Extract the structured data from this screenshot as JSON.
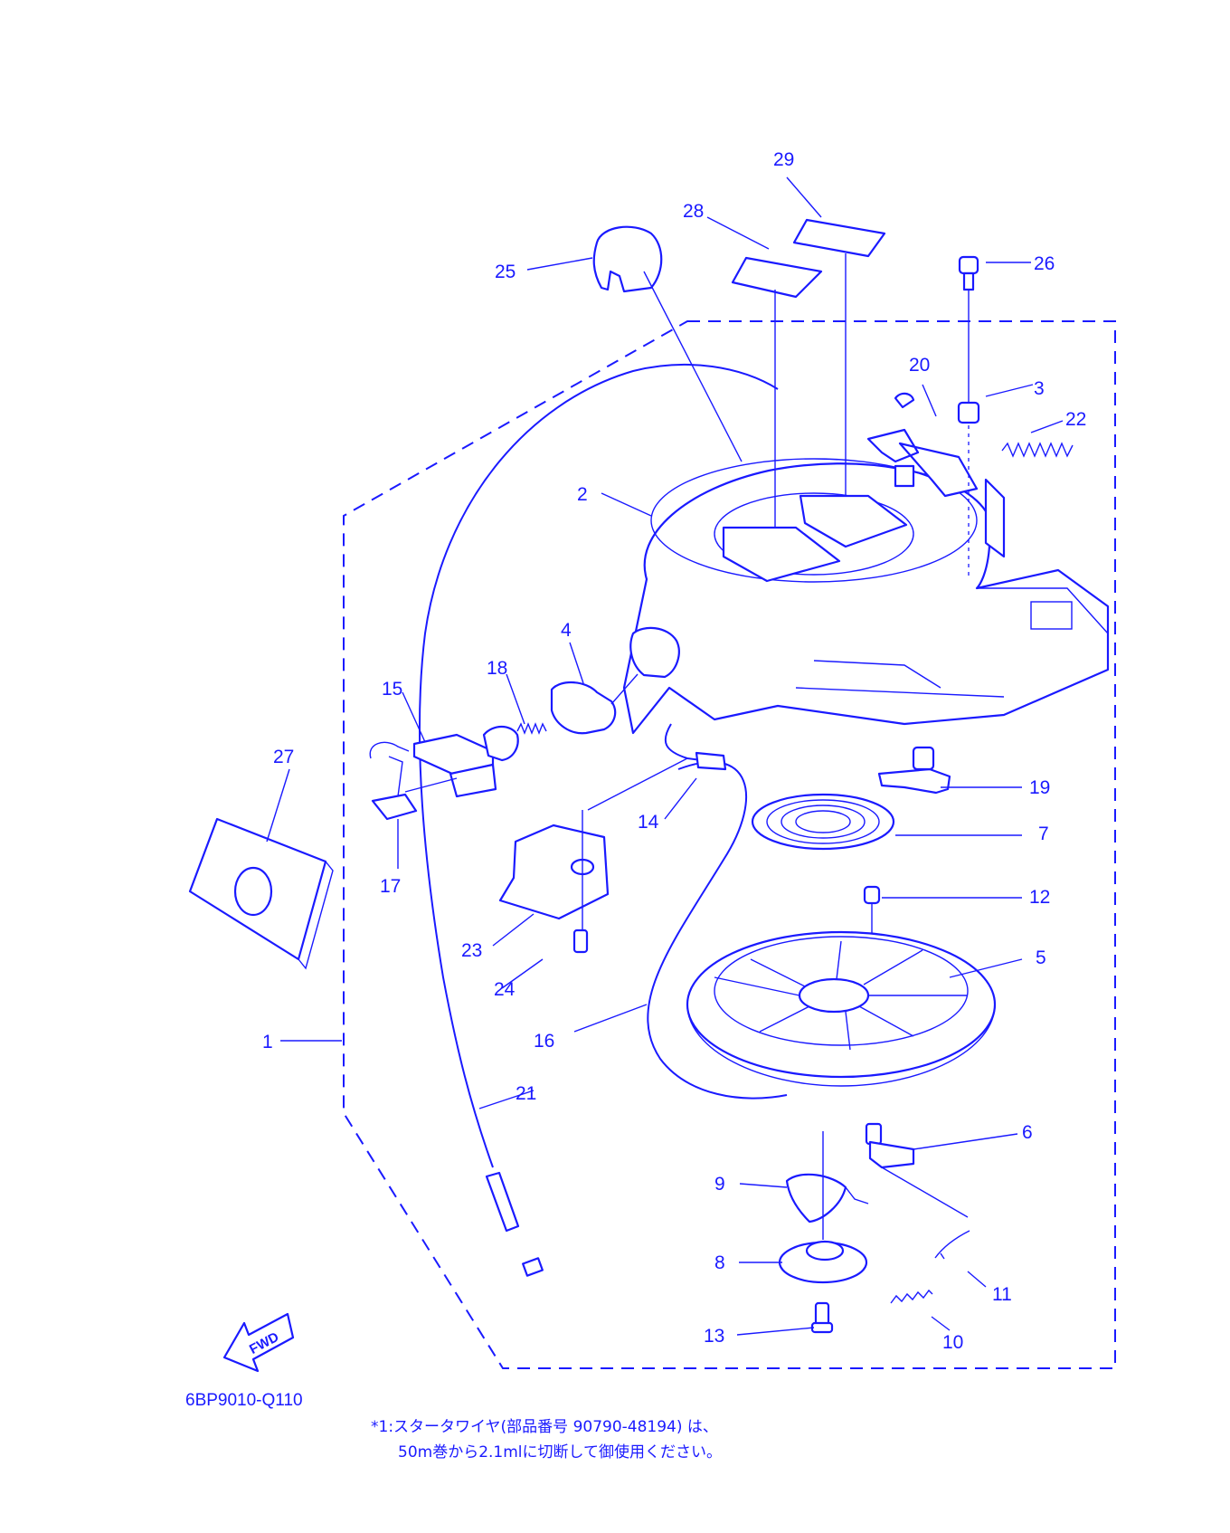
{
  "parts": {
    "p1": "1",
    "p2": "2",
    "p3": "3",
    "p4": "4",
    "p5": "5",
    "p6": "6",
    "p7": "7",
    "p8": "8",
    "p9": "9",
    "p10": "10",
    "p11": "11",
    "p12": "12",
    "p13": "13",
    "p14": "14",
    "p15": "15",
    "p16": "16",
    "p17": "17",
    "p18": "18",
    "p19": "19",
    "p20": "20",
    "p21": "21",
    "p22": "22",
    "p23": "23",
    "p24": "24",
    "p25": "25",
    "p26": "26",
    "p27": "27",
    "p28": "28",
    "p29": "29"
  },
  "fwd_label": "FWD",
  "diagram_code": "6BP9010-Q110",
  "footnote": {
    "line1": "*1:スタータワイヤ(部品番号  90790-48194) は、",
    "line2": "50m巻から2.1mlに切断して御使用ください。"
  },
  "colors": {
    "line": "#1a1aff",
    "background": "#ffffff"
  }
}
